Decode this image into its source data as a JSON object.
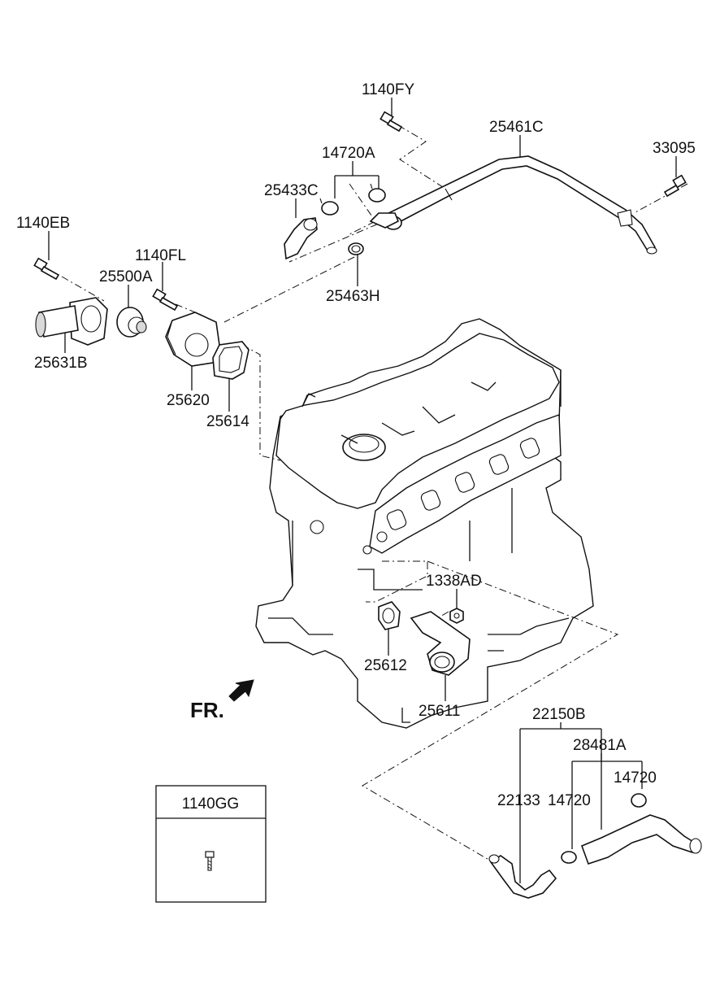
{
  "diagram": {
    "direction_label": "FR.",
    "callouts": {
      "p1140FY": "1140FY",
      "p25461C": "25461C",
      "p33095": "33095",
      "p14720A": "14720A",
      "p25433C": "25433C",
      "p1140EB": "1140EB",
      "p1140FL": "1140FL",
      "p25500A": "25500A",
      "p25463H": "25463H",
      "p25631B": "25631B",
      "p25620": "25620",
      "p25614": "25614",
      "p1338AD": "1338AD",
      "p25612": "25612",
      "p25611": "25611",
      "p22150B": "22150B",
      "p28481A": "28481A",
      "p14720_top": "14720",
      "p22133": "22133",
      "p14720_mid": "14720"
    },
    "inset_box": {
      "title": "1140GG"
    }
  }
}
